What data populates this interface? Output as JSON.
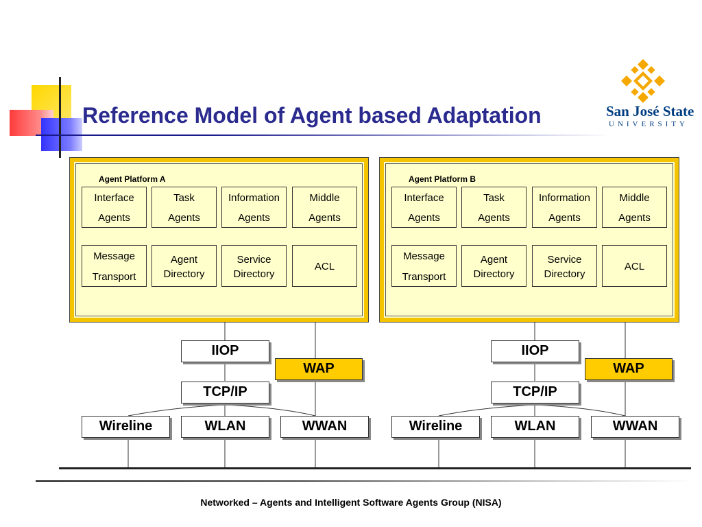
{
  "title": "Reference Model of Agent based Adaptation",
  "logo": {
    "name": "San José State",
    "subtitle": "UNIVERSITY",
    "accent": "#f5a800",
    "brand": "#003d80"
  },
  "platforms": [
    {
      "label": "Agent Platform A",
      "row1": [
        {
          "l1": "Interface",
          "l2": "Agents"
        },
        {
          "l1": "Task",
          "l2": "Agents"
        },
        {
          "l1": "Information",
          "l2": "Agents"
        },
        {
          "l1": "Middle",
          "l2": "Agents"
        }
      ],
      "row2": [
        {
          "l1": "Message",
          "l2": "Transport"
        },
        {
          "l1": "Agent",
          "l2": "Directory"
        },
        {
          "l1": "Service",
          "l2": "Directory"
        },
        {
          "l1": "ACL",
          "l2": ""
        }
      ]
    },
    {
      "label": "Agent Platform B",
      "row1": [
        {
          "l1": "Interface",
          "l2": "Agents"
        },
        {
          "l1": "Task",
          "l2": "Agents"
        },
        {
          "l1": "Information",
          "l2": "Agents"
        },
        {
          "l1": "Middle",
          "l2": "Agents"
        }
      ],
      "row2": [
        {
          "l1": "Message",
          "l2": "Transport"
        },
        {
          "l1": "Agent",
          "l2": "Directory"
        },
        {
          "l1": "Service",
          "l2": "Directory"
        },
        {
          "l1": "ACL",
          "l2": ""
        }
      ]
    }
  ],
  "stacks": [
    {
      "iiop": "IIOP",
      "wap": "WAP",
      "tcpip": "TCP/IP",
      "wireline": "Wireline",
      "wlan": "WLAN",
      "wwan": "WWAN"
    },
    {
      "iiop": "IIOP",
      "wap": "WAP",
      "tcpip": "TCP/IP",
      "wireline": "Wireline",
      "wlan": "WLAN",
      "wwan": "WWAN"
    }
  ],
  "footer": "Networked – Agents and Intelligent Software Agents Group (NISA)"
}
